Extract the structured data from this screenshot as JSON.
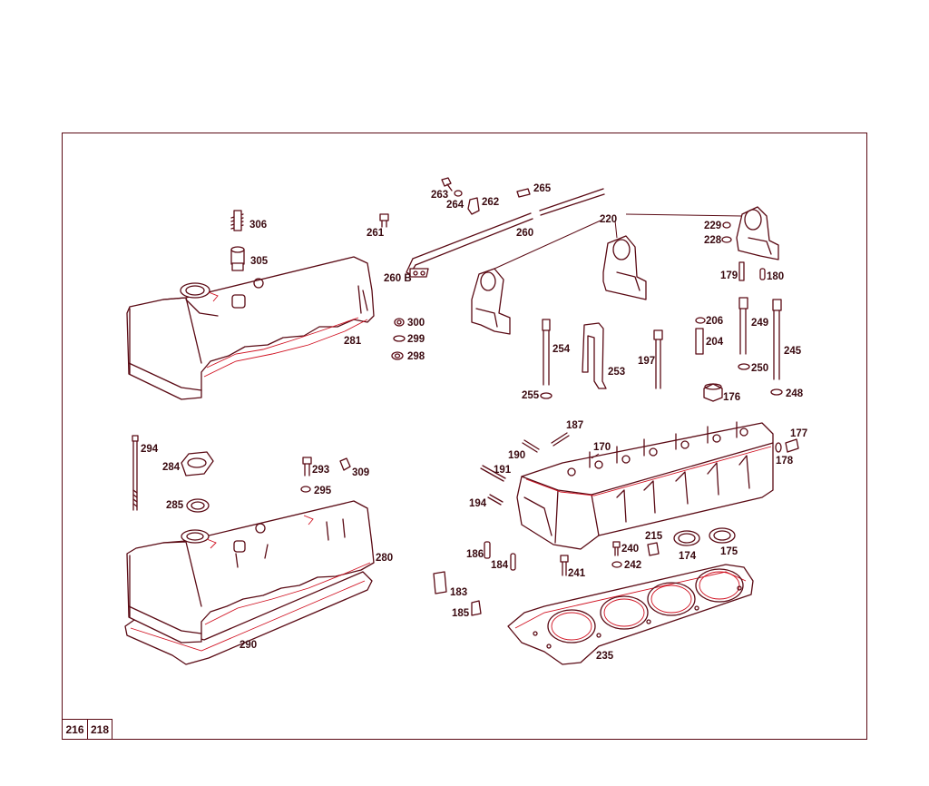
{
  "page_refs": [
    "216",
    "218"
  ],
  "part_numbers": {
    "p170": "170",
    "p174": "174",
    "p175": "175",
    "p176": "176",
    "p177": "177",
    "p178": "178",
    "p179": "179",
    "p180": "180",
    "p183": "183",
    "p184": "184",
    "p185": "185",
    "p186": "186",
    "p187": "187",
    "p190": "190",
    "p191": "191",
    "p194": "194",
    "p197": "197",
    "p204": "204",
    "p206": "206",
    "p215": "215",
    "p220": "220",
    "p228": "228",
    "p229": "229",
    "p235": "235",
    "p240": "240",
    "p241": "241",
    "p242": "242",
    "p245": "245",
    "p248": "248",
    "p249": "249",
    "p250": "250",
    "p253": "253",
    "p254": "254",
    "p255": "255",
    "p260": "260",
    "p260b": "260 B",
    "p261": "261",
    "p262": "262",
    "p263": "263",
    "p264": "264",
    "p265": "265",
    "p280": "280",
    "p281": "281",
    "p284": "284",
    "p285": "285",
    "p290": "290",
    "p293": "293",
    "p294": "294",
    "p295": "295",
    "p298": "298",
    "p299": "299",
    "p300": "300",
    "p305": "305",
    "p306": "306",
    "p309": "309"
  },
  "colors": {
    "line": "#5a0a14",
    "highlight": "#d01020",
    "text": "#3a0a10"
  }
}
